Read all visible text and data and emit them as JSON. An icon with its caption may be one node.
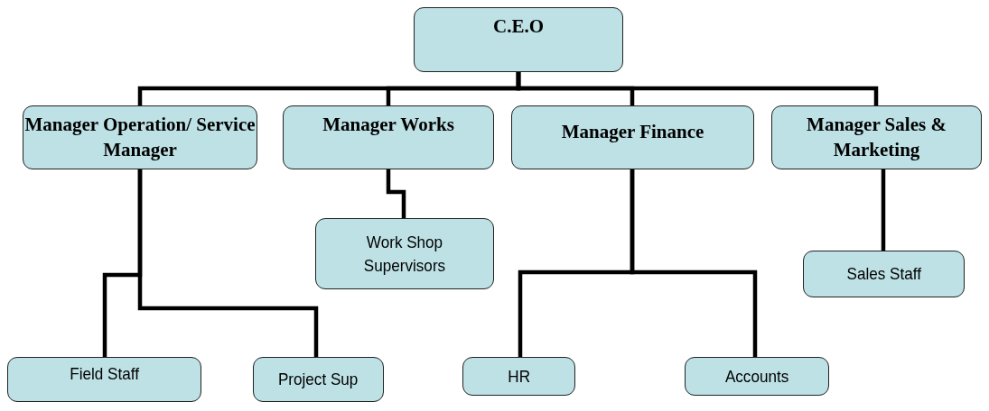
{
  "diagram": {
    "nodes": [
      {
        "text": [
          "C.E.O"
        ]
      },
      {
        "text": [
          "Manager Operation/ Service Manager"
        ]
      },
      {
        "text": [
          "Manager Works"
        ]
      },
      {
        "text": [
          "Manager Finance"
        ]
      },
      {
        "text": [
          "Manager Sales & Marketing"
        ]
      },
      {
        "text": [
          "Work Shop Supervisors"
        ]
      },
      {
        "text": [
          "Sales Staff"
        ]
      },
      {
        "text": [
          "Field Staff"
        ]
      },
      {
        "text": [
          "Project Sup"
        ]
      },
      {
        "text": [
          "HR"
        ]
      },
      {
        "text": [
          "Accounts"
        ]
      }
    ],
    "edges": [
      {
        "from": 0,
        "to": 1,
        "arrow": "none"
      },
      {
        "from": 0,
        "to": 2,
        "arrow": "none"
      },
      {
        "from": 0,
        "to": 3,
        "arrow": "none"
      },
      {
        "from": 0,
        "to": 4,
        "arrow": "none"
      },
      {
        "from": 2,
        "to": 5,
        "arrow": "none"
      },
      {
        "from": 4,
        "to": 6,
        "arrow": "none"
      },
      {
        "from": 1,
        "to": 7,
        "arrow": "none"
      },
      {
        "from": 1,
        "to": 8,
        "arrow": "none"
      },
      {
        "from": 3,
        "to": 9,
        "arrow": "none"
      },
      {
        "from": 3,
        "to": 10,
        "arrow": "none"
      }
    ]
  }
}
